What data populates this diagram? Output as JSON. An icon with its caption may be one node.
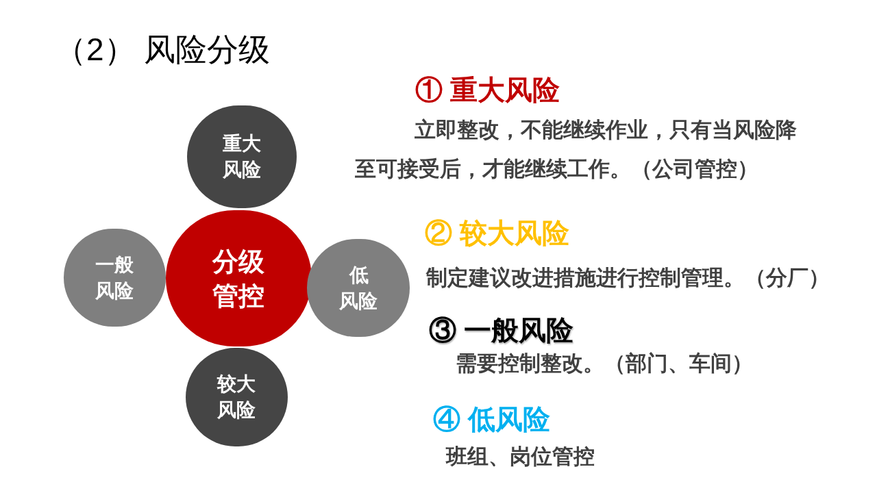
{
  "diagram": {
    "title": "（2） 风险分级",
    "nodes": [
      {
        "text": [
          "重大风险"
        ]
      },
      {
        "text": [
          "一般风险"
        ]
      },
      {
        "text": [
          "分级管控"
        ]
      },
      {
        "text": [
          "低风险"
        ]
      },
      {
        "text": [
          "较大风险"
        ]
      }
    ],
    "labels": [
      "① 重大风险",
      "立即整改，不能继续作业，只有当风险降至可接受后，才能继续工作。（公司管控）",
      "② 较大风险",
      "制定建议改进措施进行控制管理。（分厂）",
      "③ 一般风险",
      "需要控制整改。（部门、车间）",
      "④ 低风险",
      "班组、岗位管控"
    ]
  }
}
